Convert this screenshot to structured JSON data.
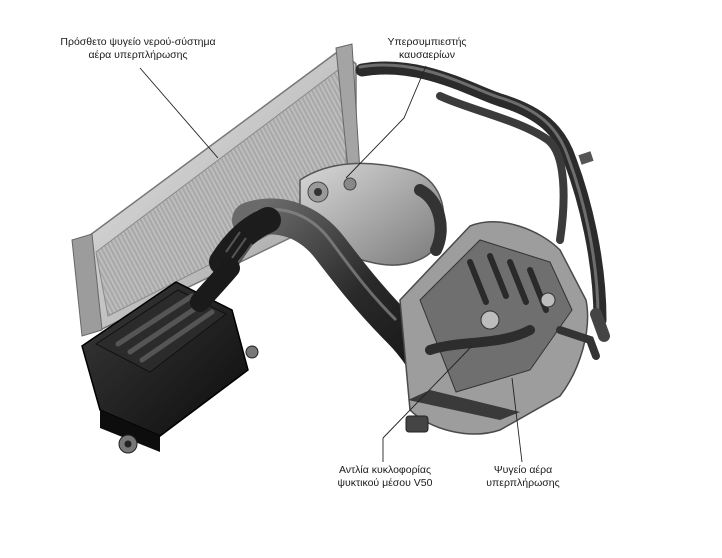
{
  "labels": {
    "aux_radiator": {
      "line1": "Πρόσθετο ψυγείο νερού-σύστημα",
      "line2": "αέρα υπερπλήρωσης"
    },
    "supercharger": {
      "line1": "Υπερσυμπιεστής",
      "line2": "καυσαερίων"
    },
    "coolant_pump": {
      "line1": "Αντλία κυκλοφορίας",
      "line2": "ψυκτικού μέσου V50"
    },
    "charge_air_cooler": {
      "line1": "Ψυγείο αέρα",
      "line2": "υπερπλήρωσης"
    }
  }
}
